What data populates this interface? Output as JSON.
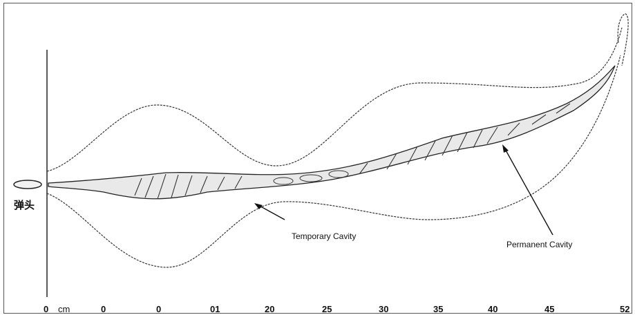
{
  "labels": {
    "projectile": "弹头",
    "temporary_cavity": "Temporary Cavity",
    "permanent_cavity": "Permanent Cavity"
  },
  "axis": {
    "unit": "cm",
    "ticks": [
      "0",
      "0",
      "0",
      "01",
      "20",
      "25",
      "30",
      "35",
      "40",
      "45",
      "52"
    ]
  }
}
